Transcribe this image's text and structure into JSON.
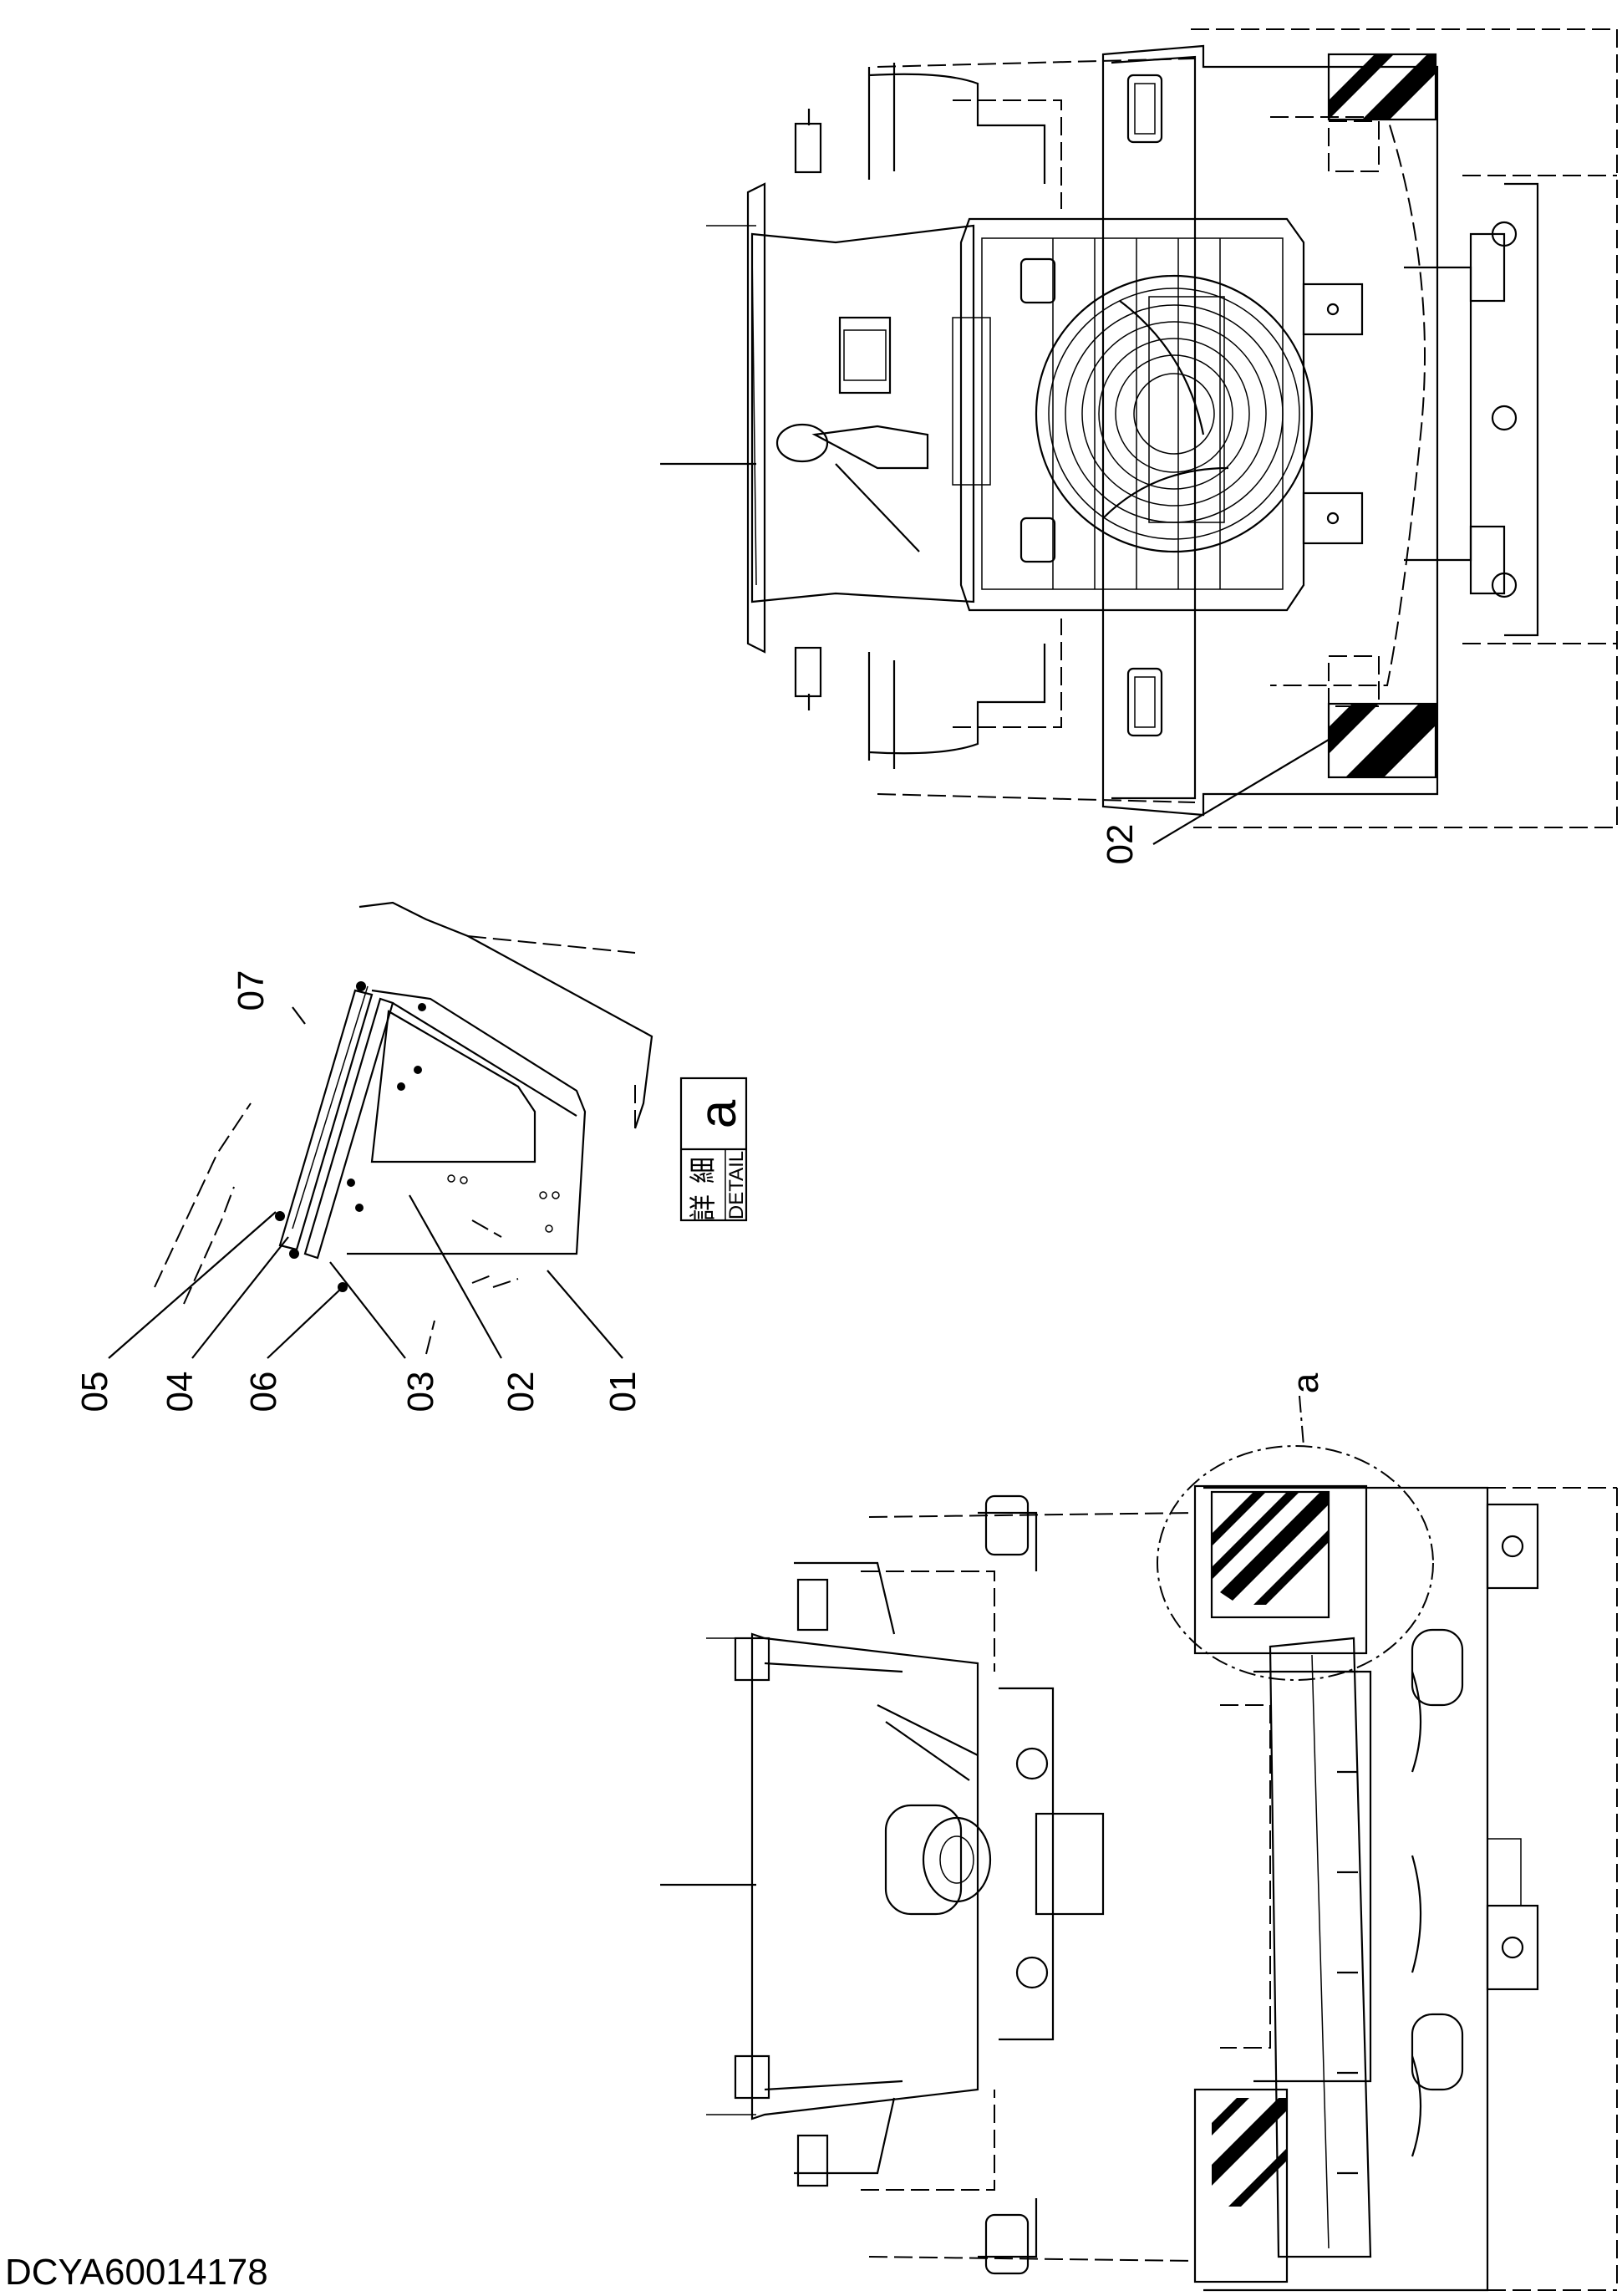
{
  "document_code": "DCYA60014178",
  "detail_box": {
    "kanji_1": "詳",
    "kanji_2": "細",
    "english": "DETAIL",
    "letter": "a"
  },
  "detail_callout_letter": "a",
  "callouts": {
    "top_view": [
      "02"
    ],
    "detail_view": [
      "01",
      "02",
      "03",
      "04",
      "05",
      "06",
      "07"
    ]
  },
  "colors": {
    "line": "#000000",
    "background": "#ffffff"
  }
}
